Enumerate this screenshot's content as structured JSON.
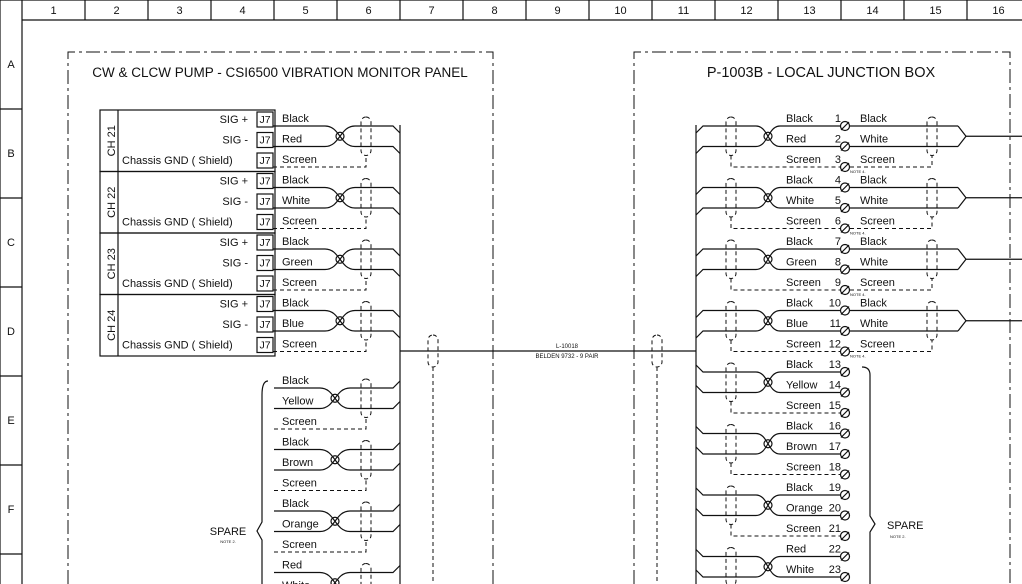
{
  "ruler": {
    "columns": [
      "1",
      "2",
      "3",
      "4",
      "5",
      "6",
      "7",
      "8",
      "9",
      "10",
      "11",
      "12",
      "13",
      "14",
      "15",
      "16"
    ],
    "rows": [
      "A",
      "B",
      "C",
      "D",
      "E",
      "F"
    ]
  },
  "left_panel": {
    "title": "CW & CLCW PUMP - CSI6500 VIBRATION MONITOR PANEL",
    "connector": "J7",
    "signal_labels": [
      "SIG +",
      "SIG -",
      "Chassis GND  ( Shield)"
    ],
    "channels": [
      {
        "name": "CH 21",
        "wires": [
          "Black",
          "Red",
          "Screen"
        ]
      },
      {
        "name": "CH 22",
        "wires": [
          "Black",
          "White",
          "Screen"
        ]
      },
      {
        "name": "CH 23",
        "wires": [
          "Black",
          "Green",
          "Screen"
        ]
      },
      {
        "name": "CH 24",
        "wires": [
          "Black",
          "Blue",
          "Screen"
        ]
      }
    ],
    "spare_pairs": [
      [
        "Black",
        "Yellow",
        "Screen"
      ],
      [
        "Black",
        "Brown",
        "Screen"
      ],
      [
        "Black",
        "Orange",
        "Screen"
      ],
      [
        "Red",
        "White"
      ]
    ],
    "spare_label": "SPARE",
    "spare_note": "NOTE 2."
  },
  "cable": {
    "tag": "L-10018",
    "type": "BELDEN 9732 - 9 PAIR"
  },
  "right_panel": {
    "title": "P-1003B -  LOCAL JUNCTION BOX",
    "terminals": [
      {
        "n": "1",
        "in": "Black",
        "out": "Black"
      },
      {
        "n": "2",
        "in": "Red",
        "out": "White"
      },
      {
        "n": "3",
        "in": "Screen",
        "out": "Screen",
        "note": "NOTE 4."
      },
      {
        "n": "4",
        "in": "Black",
        "out": "Black"
      },
      {
        "n": "5",
        "in": "White",
        "out": "White"
      },
      {
        "n": "6",
        "in": "Screen",
        "out": "Screen",
        "note": "NOTE 4."
      },
      {
        "n": "7",
        "in": "Black",
        "out": "Black"
      },
      {
        "n": "8",
        "in": "Green",
        "out": "White"
      },
      {
        "n": "9",
        "in": "Screen",
        "out": "Screen",
        "note": "NOTE 4."
      },
      {
        "n": "10",
        "in": "Black",
        "out": "Black"
      },
      {
        "n": "11",
        "in": "Blue",
        "out": "White"
      },
      {
        "n": "12",
        "in": "Screen",
        "out": "Screen",
        "note": "NOTE 4."
      },
      {
        "n": "13",
        "in": "Black"
      },
      {
        "n": "14",
        "in": "Yellow"
      },
      {
        "n": "15",
        "in": "Screen"
      },
      {
        "n": "16",
        "in": "Black"
      },
      {
        "n": "17",
        "in": "Brown"
      },
      {
        "n": "18",
        "in": "Screen"
      },
      {
        "n": "19",
        "in": "Black"
      },
      {
        "n": "20",
        "in": "Orange"
      },
      {
        "n": "21",
        "in": "Screen"
      },
      {
        "n": "22",
        "in": "Red"
      },
      {
        "n": "23",
        "in": "White"
      }
    ],
    "spare_label": "SPARE",
    "spare_note": "NOTE 2."
  }
}
